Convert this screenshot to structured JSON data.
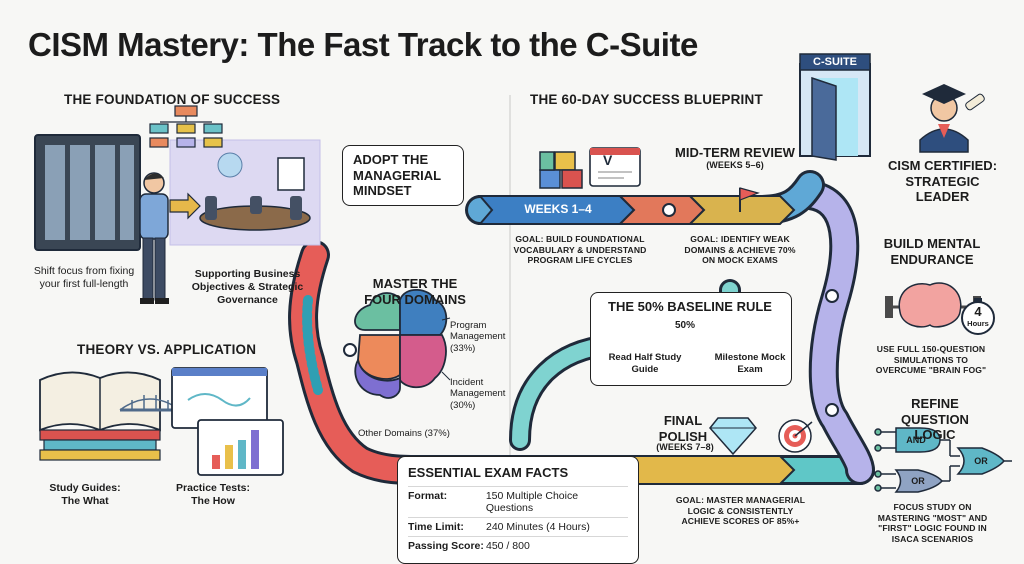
{
  "title": "CISM Mastery: The Fast Track to the C-Suite",
  "left": {
    "foundation_heading": "THE FOUNDATION OF SUCCESS",
    "adopt_callout": "ADOPT THE MANAGERIAL MINDSET",
    "shift_caption": "Shift focus from fixing your first full-length",
    "support_caption": "Supporting Business Objectives & Strategic Governance",
    "theory_heading": "THEORY VS. APPLICATION",
    "study_caption": "Study Guides: The What",
    "practice_caption": "Practice Tests: The How"
  },
  "domains": {
    "heading": "MASTER THE FOUR DOMAINS",
    "program": "Program Management (33%)",
    "incident": "Incident Management (30%)",
    "other": "Other Domains (37%)"
  },
  "facts": {
    "heading": "ESSENTIAL EXAM FACTS",
    "rows": [
      {
        "k": "Format:",
        "v": "150 Multiple Choice Questions"
      },
      {
        "k": "Time Limit:",
        "v": "240 Minutes (4 Hours)"
      },
      {
        "k": "Passing Score:",
        "v": "450 / 800"
      }
    ]
  },
  "blueprint": {
    "heading": "THE 60-DAY SUCCESS BLUEPRINT",
    "weeks14": "WEEKS 1–4",
    "goal1": "GOAL: BUILD FOUNDATIONAL VOCABULARY & UNDERSTAND PROGRAM LIFE CYCLES",
    "midterm_title": "MID-TERM REVIEW",
    "midterm_weeks": "(WEEKS 5–6)",
    "goal2": "GOAL: IDENTIFY WEAK DOMAINS & ACHIEVE 70% ON MOCK EXAMS",
    "baseline_heading": "THE 50% BASELINE RULE",
    "baseline_pct": "50%",
    "baseline_value": 0.5,
    "read_half": "Read Half Study Guide",
    "milestone": "Milestone Mock Exam",
    "final_title": "FINAL POLISH",
    "final_weeks": "(WEEKS 7–8)",
    "goal3": "GOAL: MASTER MANAGERIAL LOGIC & CONSISTENTLY ACHIEVE SCORES OF 85%+",
    "csuite": "C-SUITE",
    "certified": "CISM CERTIFIED: STRATEGIC LEADER",
    "endurance_heading": "BUILD MENTAL ENDURANCE",
    "timer_num": "4",
    "timer_unit": "Hours",
    "endurance_caption": "USE FULL 150-QUESTION SIMULATIONS TO OVERCUME \"BRAIN FOG\"",
    "refine_heading": "REFINE QUESTION LOGIC",
    "and": "AND",
    "or1": "OR",
    "or2": "OR",
    "focus_caption": "FOCUS STUDY ON MASTERING \"MOST\" AND \"FIRST\" LOGIC FOUND IN ISACA SCENARIOS",
    "v_mark": "V"
  }
}
